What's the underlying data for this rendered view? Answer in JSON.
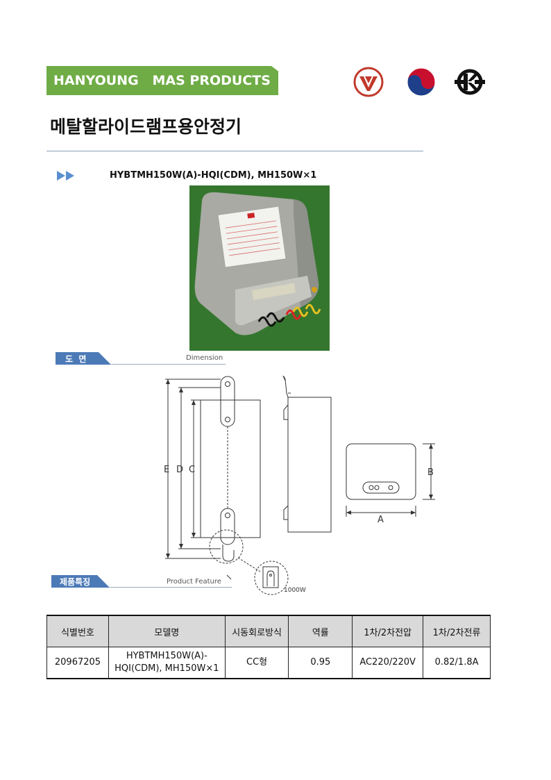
{
  "header": {
    "brand": "HANYOUNG   MAS PRODUCTS",
    "logos": [
      "w-mark-icon",
      "taeguk-icon",
      "k-mark-icon"
    ],
    "brand_color": "#6fac46"
  },
  "title": "메탈할라이드램프용안정기",
  "model_line": "HYBTMH150W(A)-HQI(CDM), MH150W×1",
  "sections": {
    "dimension_ko": "도  면",
    "dimension_en": "Dimension",
    "feature_ko": "제품특징",
    "feature_en": "Product Feature"
  },
  "drawing": {
    "labels": {
      "e": "E",
      "d": "D",
      "c": "C",
      "a": "A",
      "b": "B",
      "detail": "1000W"
    }
  },
  "table": {
    "headers": [
      "식별번호",
      "모델명",
      "시동회로방식",
      "역률",
      "1차/2차전압",
      "1차/2차전류"
    ],
    "row": {
      "id": "20967205",
      "model_1": "HYBTMH150W(A)-",
      "model_2": "HQI(CDM), MH150W×1",
      "circuit": "CC형",
      "power_factor": "0.95",
      "voltage": "AC220/220V",
      "current": "0.82/1.8A"
    }
  }
}
